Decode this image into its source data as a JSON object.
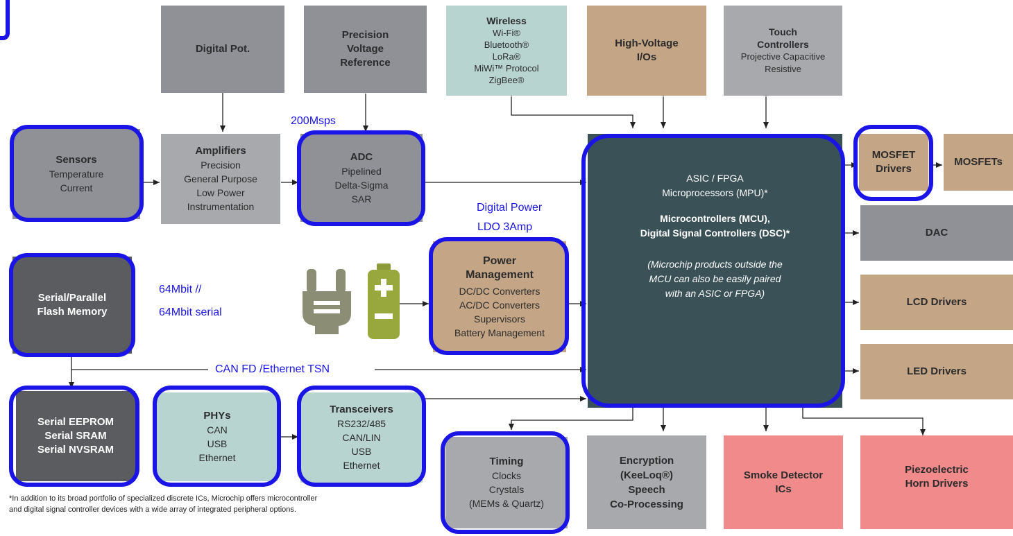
{
  "blocks": {
    "digital_pot": {
      "title": "Digital Pot."
    },
    "precision_ref": {
      "title": "Precision\nVoltage\nReference"
    },
    "wireless": {
      "title": "Wireless",
      "lines": "Wi-Fi®\nBluetooth®\nLoRa®\nMiWi™ Protocol\nZigBee®"
    },
    "high_voltage": {
      "title": "High-Voltage\nI/Os"
    },
    "touch": {
      "title": "Touch\nControllers",
      "lines": "Projective Capacitive\nResistive"
    },
    "sensors": {
      "title": "Sensors",
      "lines": "Temperature\nCurrent"
    },
    "amplifiers": {
      "title": "Amplifiers",
      "lines": "Precision\nGeneral Purpose\nLow Power\nInstrumentation"
    },
    "adc": {
      "title": "ADC",
      "lines": "Pipelined\nDelta-Sigma\nSAR"
    },
    "core": {
      "line1": "ASIC / FPGA\nMicroprocessors (MPU)*",
      "line2": "Microcontrollers (MCU),\nDigital Signal Controllers (DSC)*",
      "line3": "(Microchip products outside the\nMCU can also be easily paired\nwith an ASIC or FPGA)"
    },
    "mosfet_drivers": {
      "title": "MOSFET\nDrivers"
    },
    "mosfets": {
      "title": "MOSFETs"
    },
    "dac": {
      "title": "DAC"
    },
    "lcd": {
      "title": "LCD Drivers"
    },
    "led": {
      "title": "LED Drivers"
    },
    "flash": {
      "title": "Serial/Parallel\nFlash Memory"
    },
    "power": {
      "title": "Power\nManagement",
      "lines": "DC/DC Converters\nAC/DC Converters\nSupervisors\nBattery Management"
    },
    "eeprom": {
      "title": "Serial EEPROM\nSerial SRAM\nSerial NVSRAM"
    },
    "phys": {
      "title": "PHYs",
      "lines": "CAN\nUSB\nEthernet"
    },
    "transceivers": {
      "title": "Transceivers",
      "lines": "RS232/485\nCAN/LIN\nUSB\nEthernet"
    },
    "timing": {
      "title": "Timing",
      "lines": "Clocks\nCrystals\n(MEMs & Quartz)"
    },
    "encryption": {
      "title": "Encryption\n(KeeLoq®)\nSpeech\nCo-Processing"
    },
    "smoke": {
      "title": "Smoke Detector\nICs"
    },
    "piezo": {
      "title": "Piezoelectric\nHorn Drivers"
    }
  },
  "annotations": {
    "msps": "200Msps",
    "digital_power": "Digital Power",
    "ldo": "LDO 3Amp",
    "mbit1": "64Mbit //",
    "mbit2": "64Mbit serial",
    "bus": "CAN FD /Ethernet TSN"
  },
  "footnote": "*In addition to its broad portfolio of specialized discrete ICs, Microchip offers microcontroller\nand digital signal controller devices with a wide array of integrated peripheral options.",
  "icons": [
    "plug-icon",
    "battery-icon"
  ],
  "colors": {
    "highlight": "#1a15e6",
    "core": "#3b5158",
    "gray": "#8f9197",
    "teal": "#b8d4d0",
    "tan": "#c4a586",
    "pink": "#f08a8b",
    "dark": "#5b5c5f"
  }
}
